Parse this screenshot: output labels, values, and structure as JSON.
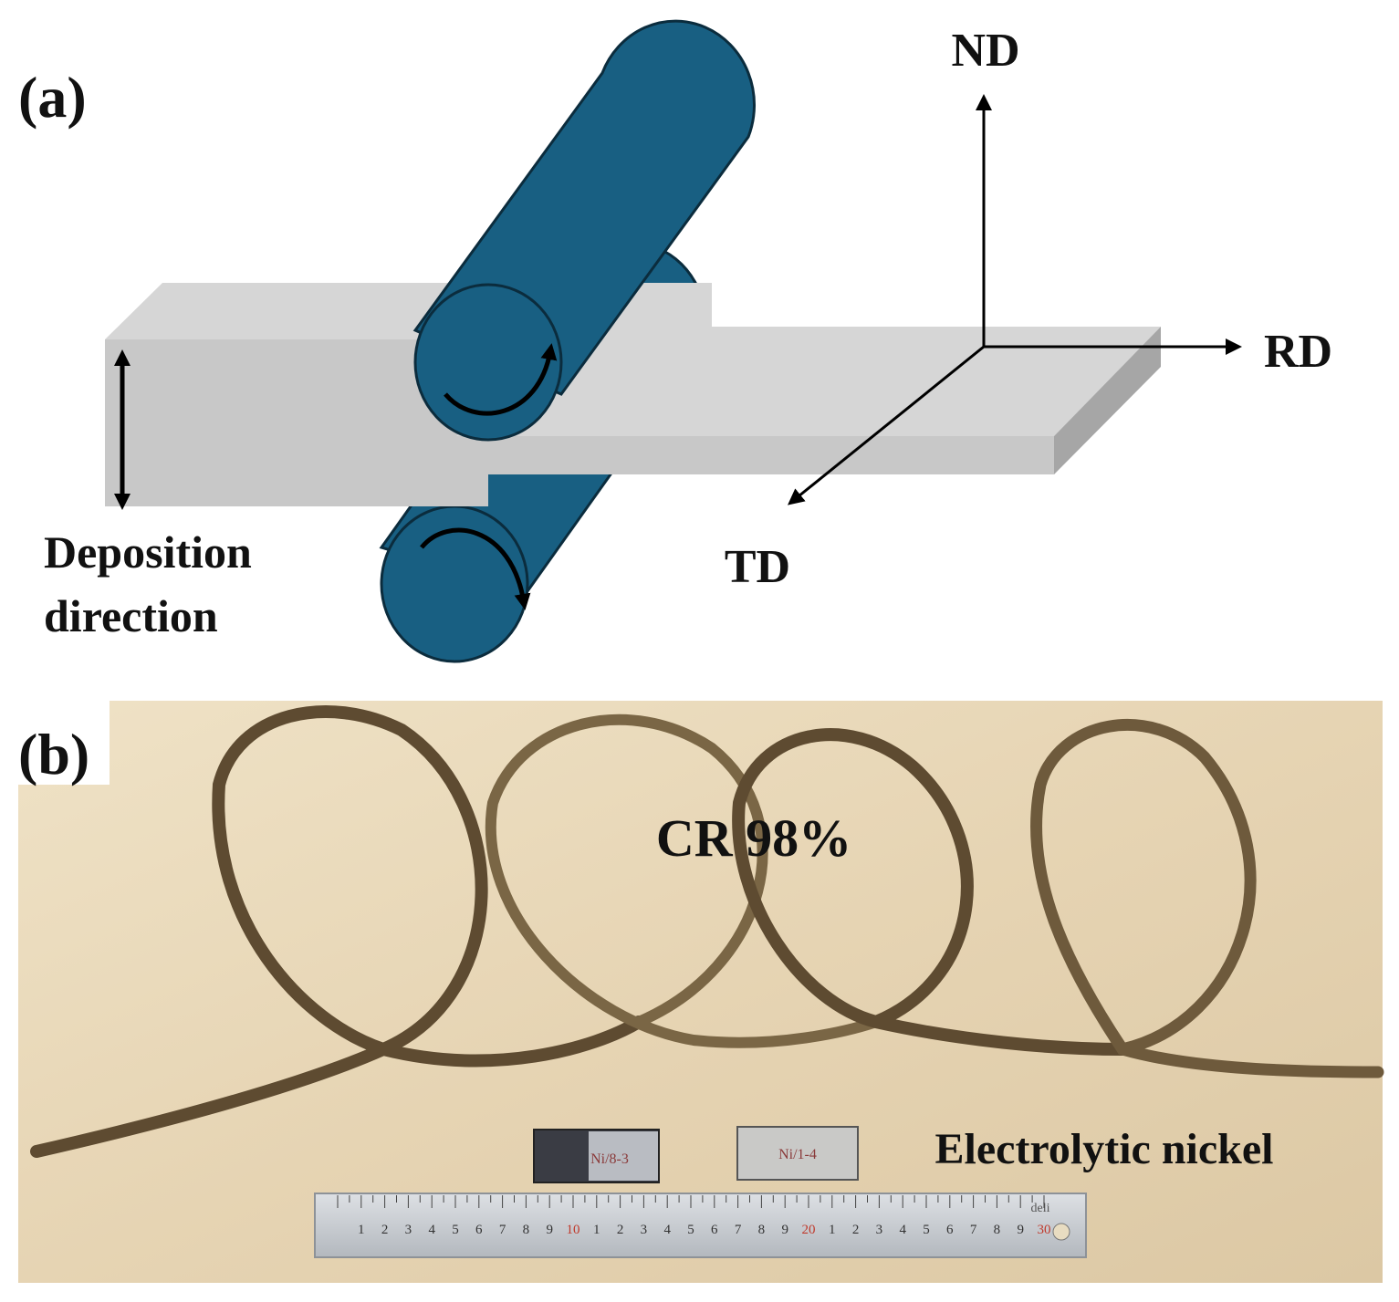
{
  "panel_a": {
    "label": "(a)",
    "axes": {
      "nd": "ND",
      "rd": "RD",
      "td": "TD"
    },
    "deposition_line1": "Deposition",
    "deposition_line2": "direction"
  },
  "panel_b": {
    "label": "(b)",
    "strip_label": "CR 98%",
    "sample_label": "Electrolytic nickel",
    "sample_tag_1": "Ni/8-3",
    "sample_tag_2": "Ni/1-4",
    "ruler": {
      "brand": "deli",
      "tick_labels": [
        "1",
        "2",
        "3",
        "4",
        "5",
        "6",
        "7",
        "8",
        "9",
        "10",
        "1",
        "2",
        "3",
        "4",
        "5",
        "6",
        "7",
        "8",
        "9",
        "20",
        "1",
        "2",
        "3",
        "4",
        "5",
        "6",
        "7",
        "8",
        "9",
        "30"
      ],
      "red_labels": [
        "10",
        "20",
        "30"
      ]
    }
  },
  "colors": {
    "roller_fill": "#185f82",
    "roller_edge": "#0b2c3d",
    "plate_front": "#c8c8c8",
    "plate_top": "#d6d6d6",
    "plate_side": "#a6a6a6",
    "wood": "#e9d9bb",
    "strip": "#6e5a3c",
    "ruler": "#c7cbd0"
  }
}
